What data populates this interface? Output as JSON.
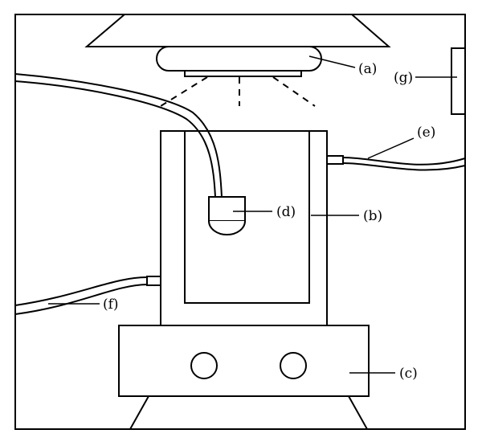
{
  "diagram": {
    "labels": {
      "a": "(a)",
      "b": "(b)",
      "c": "(c)",
      "d": "(d)",
      "e": "(e)",
      "f": "(f)",
      "g": "(g)"
    }
  }
}
